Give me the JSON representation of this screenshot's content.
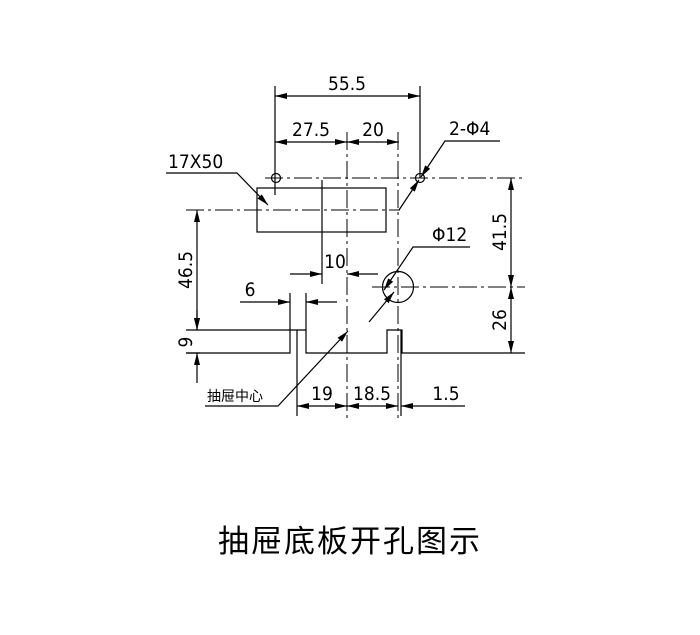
{
  "title": "抽屉底板开孔图示",
  "dimensions": {
    "overall_width": "55.5",
    "left_span": "27.5",
    "right_span": "20",
    "rect_size": "17X50",
    "small_holes": "2-Φ4",
    "large_hole": "Φ12",
    "height_right_top": "41.5",
    "height_right_bottom": "26",
    "height_left": "46.5",
    "notch_depth": "9",
    "notch_width": "6",
    "offset_10": "10",
    "bottom_19": "19",
    "bottom_18_5": "18.5",
    "bottom_1_5": "1.5"
  },
  "center_label": "抽屉中心"
}
